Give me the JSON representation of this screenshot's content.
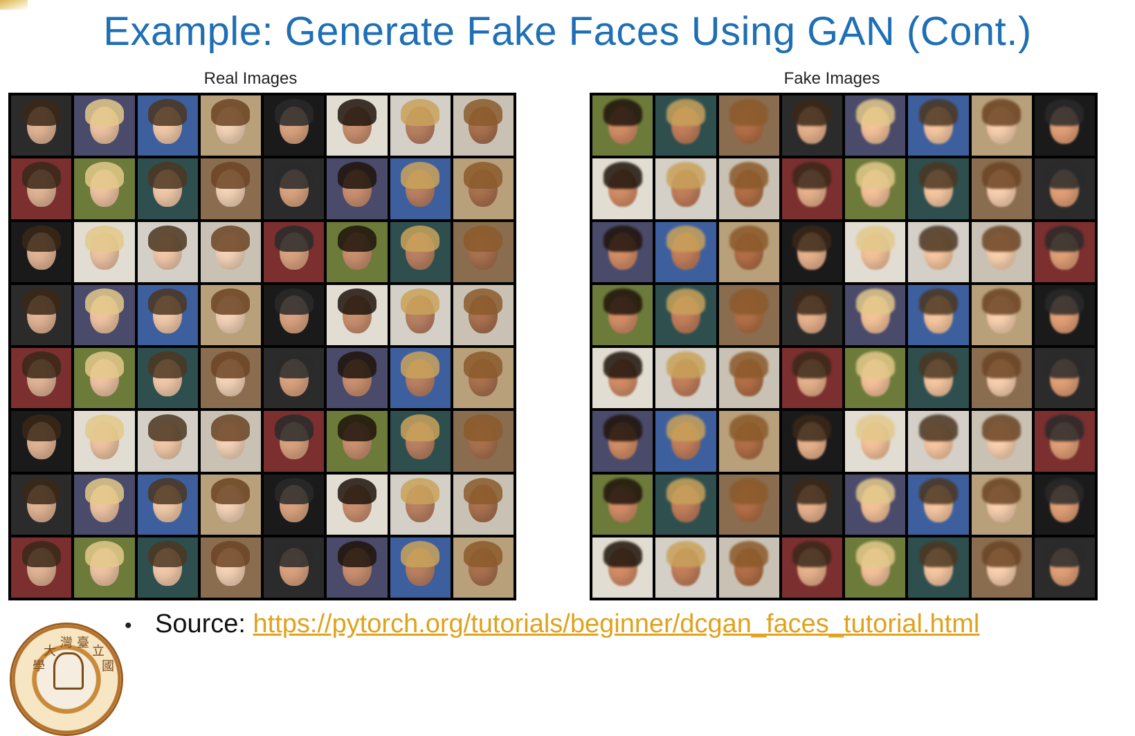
{
  "title": "Example: Generate Fake Faces Using GAN (Cont.)",
  "panels": {
    "real_title": "Real Images",
    "fake_title": "Fake Images"
  },
  "source": {
    "label": "Source:",
    "url": "https://pytorch.org/tutorials/beginner/dcgan_faces_tutorial.html"
  },
  "logo": {
    "glyphs": [
      "學",
      "大",
      "灣",
      "臺",
      "立",
      "國"
    ]
  },
  "colors": {
    "title": "#1f6fb5",
    "link": "#e0a21b",
    "grid_border": "#000000"
  },
  "grid": {
    "rows": 8,
    "cols": 8
  }
}
